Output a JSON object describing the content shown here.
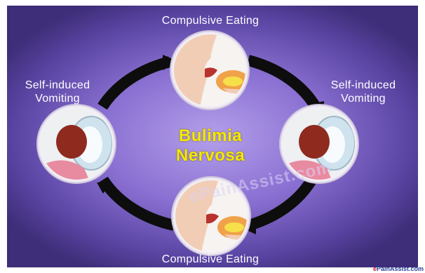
{
  "diagram": {
    "title_line1": "Bulimia",
    "title_line2": "Nervosa",
    "top_label": "Compulsive Eating",
    "bottom_label": "Compulsive Eating",
    "left_label_line1": "Self-induced",
    "left_label_line2": "Vomiting",
    "right_label_line1": "Self-induced",
    "right_label_line2": "Vomiting",
    "watermark": "ePainAssist.com",
    "credit_prefix": "e",
    "credit_rest": "PainAssist.com"
  },
  "colors": {
    "title": "#f4e800",
    "arrow": "#0d0d0d",
    "background_center": "#b39fea",
    "background_edge": "#3e2d78"
  },
  "icons": [
    "eating-illustration",
    "vomiting-illustration",
    "cycle-arrow"
  ]
}
